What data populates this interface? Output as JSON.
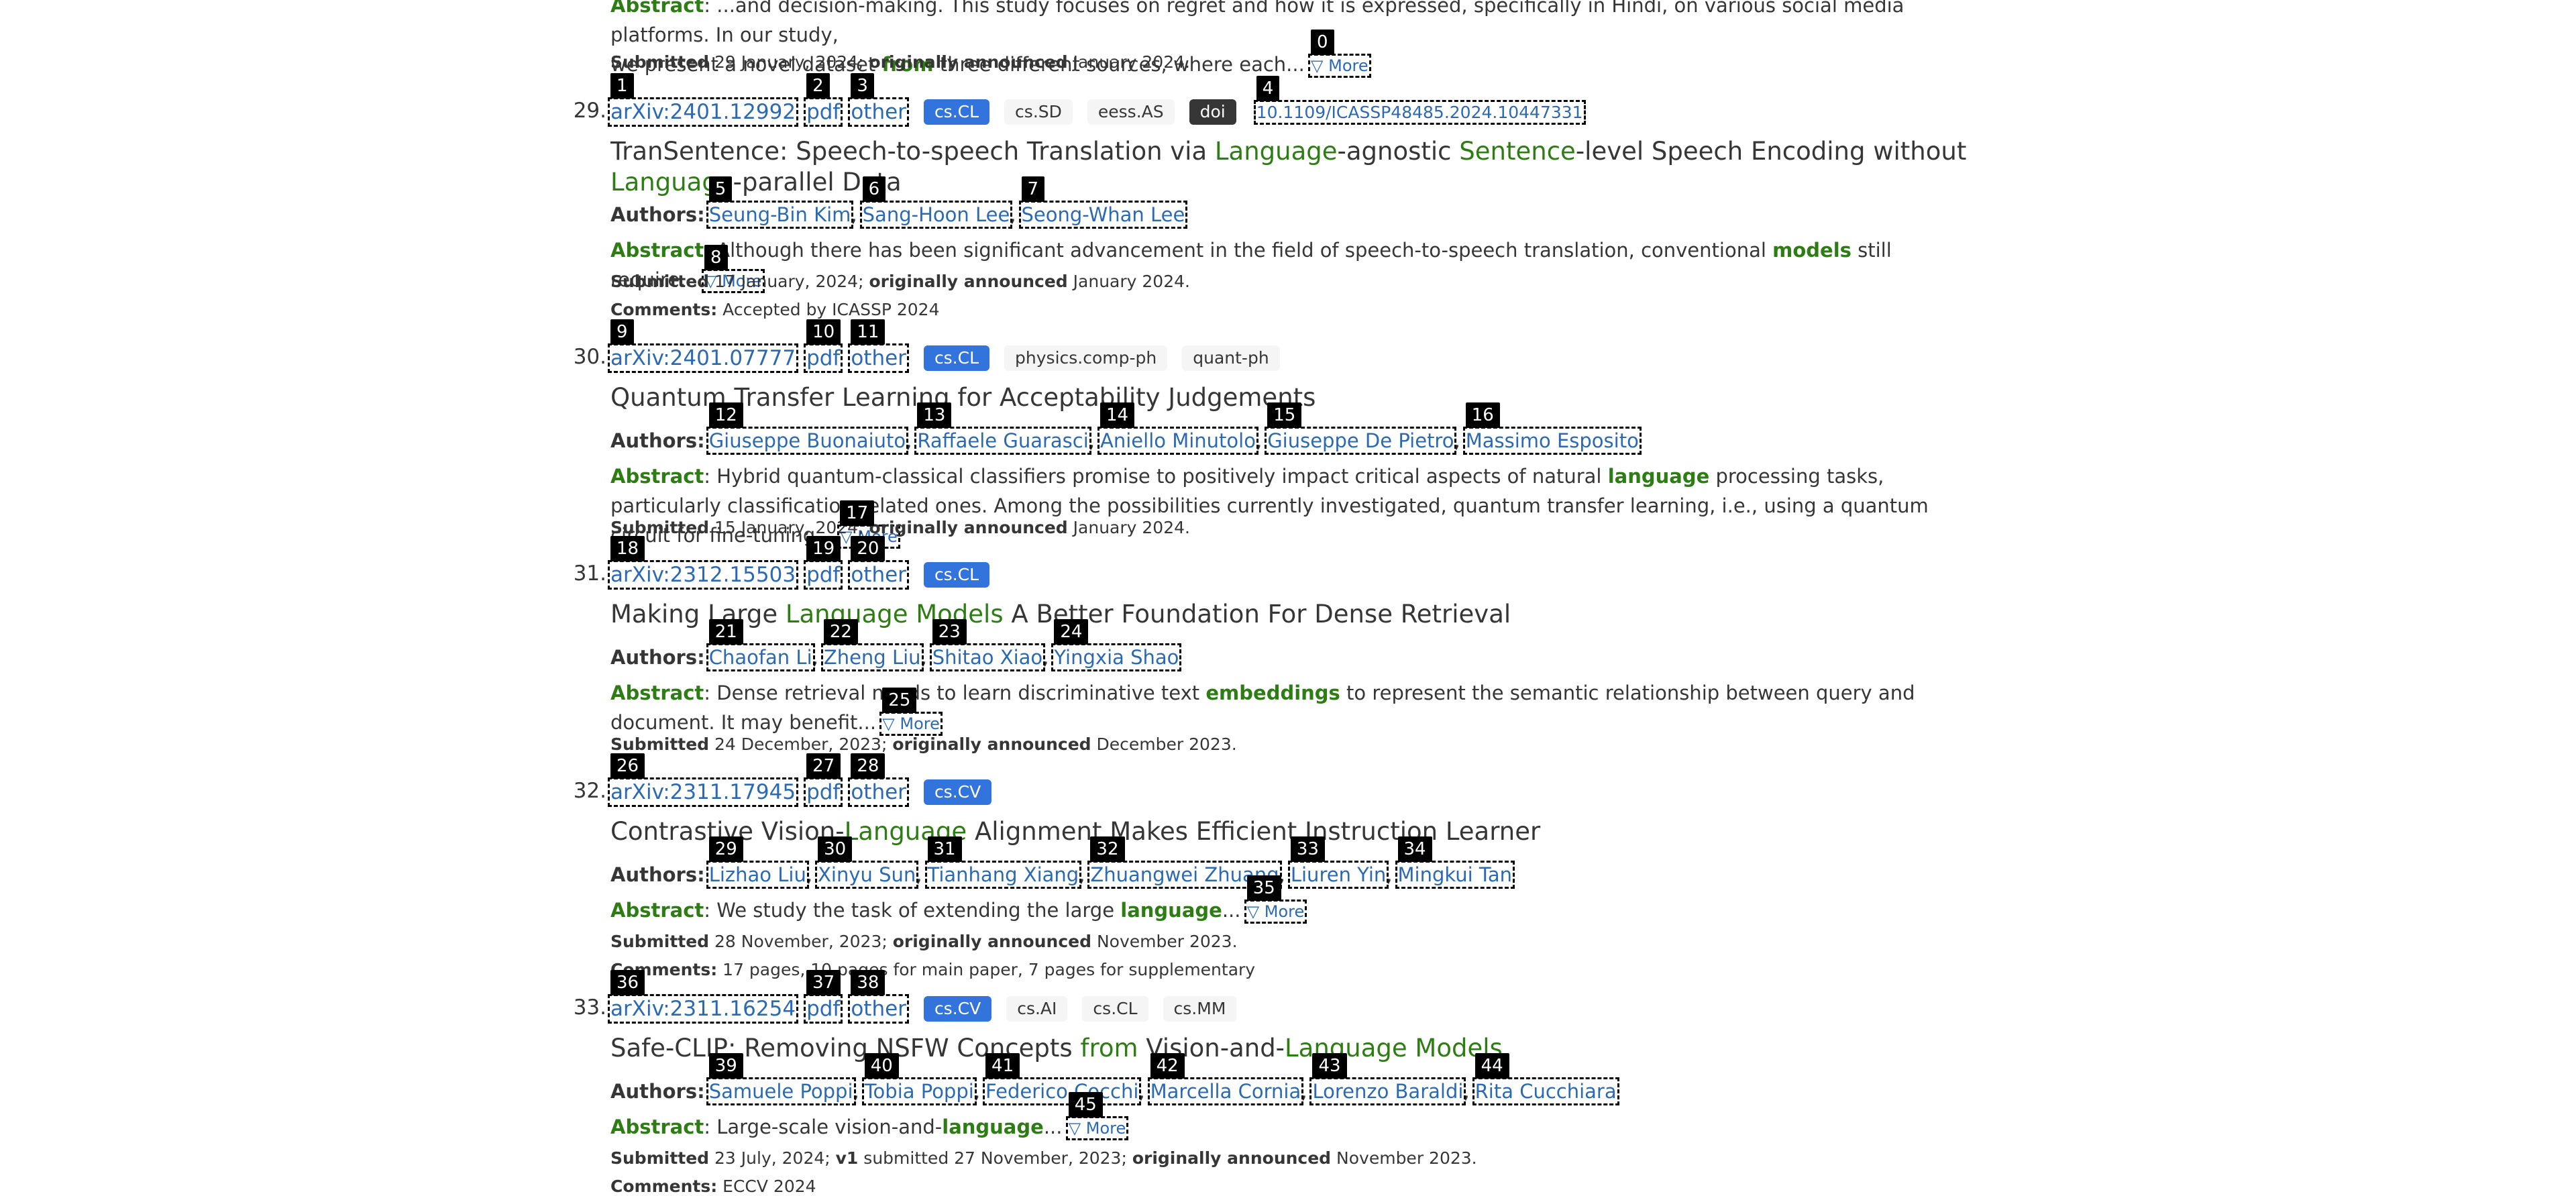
{
  "top_partial": {
    "abstract_label": "Abstract",
    "abstract_line1": ": ...and decision-making. This study focuses on regret and how it is expressed, specifically in Hindi, on various social media platforms. In our study,",
    "abstract_line2_pre": "we present a novel dataset ",
    "abstract_line2_hl": "from",
    "abstract_line2_post": " three different sources, where each...",
    "more": "▽ More",
    "submitted_label": "Submitted",
    "submitted_date": " 29 January, 2024; ",
    "announced_label": "originally announced",
    "announced_date": " January 2024."
  },
  "entries": [
    {
      "number": "29.",
      "arxiv_id": "arXiv:2401.12992",
      "pdf": "pdf",
      "other": "other",
      "tags": [
        {
          "label": "cs.CL",
          "style": "primary"
        },
        {
          "label": "cs.SD",
          "style": "plain"
        },
        {
          "label": "eess.AS",
          "style": "plain"
        },
        {
          "label": "doi",
          "style": "dark"
        }
      ],
      "doi": "10.1109/ICASSP48485.2024.10447331",
      "title_parts": [
        {
          "t": "TranSentence: Speech-to-speech Translation via ",
          "hl": false
        },
        {
          "t": "Language",
          "hl": true
        },
        {
          "t": "-agnostic ",
          "hl": false
        },
        {
          "t": "Sentence",
          "hl": true
        },
        {
          "t": "-level Speech Encoding without ",
          "hl": false
        },
        {
          "t": "Language",
          "hl": true
        },
        {
          "t": "-parallel Data",
          "hl": false
        }
      ],
      "authors_label": "Authors:",
      "authors": [
        "Seung-Bin Kim",
        "Sang-Hoon Lee",
        "Seong-Whan Lee"
      ],
      "abstract_label": "Abstract",
      "abstract_parts": [
        {
          "t": ": Although there has been significant advancement in the field of speech-to-speech translation, conventional ",
          "hl": false
        },
        {
          "t": "models",
          "hl": true
        },
        {
          "t": " still require... ",
          "hl": false
        }
      ],
      "more": "▽ More",
      "submitted_label": "Submitted",
      "submitted_text": " 17 January, 2024; ",
      "announced_label": "originally announced",
      "announced_text": " January 2024.",
      "comments_label": "Comments:",
      "comments_text": " Accepted by ICASSP 2024"
    },
    {
      "number": "30.",
      "arxiv_id": "arXiv:2401.07777",
      "pdf": "pdf",
      "other": "other",
      "tags": [
        {
          "label": "cs.CL",
          "style": "primary"
        },
        {
          "label": "physics.comp-ph",
          "style": "plain"
        },
        {
          "label": "quant-ph",
          "style": "plain"
        }
      ],
      "title_parts": [
        {
          "t": "Quantum Transfer Learning for Acceptability Judgements",
          "hl": false
        }
      ],
      "authors_label": "Authors:",
      "authors": [
        "Giuseppe Buonaiuto",
        "Raffaele Guarasci",
        "Aniello Minutolo",
        "Giuseppe De Pietro",
        "Massimo Esposito"
      ],
      "abstract_label": "Abstract",
      "abstract_parts": [
        {
          "t": ": Hybrid quantum-classical classifiers promise to positively impact critical aspects of natural ",
          "hl": false
        },
        {
          "t": "language",
          "hl": true
        },
        {
          "t": " processing tasks, particularly classification-related ones. Among the possibilities currently investigated, quantum transfer learning, i.e., using a quantum circuit for fine-tuning... ",
          "hl": false
        }
      ],
      "more": "▽ More",
      "submitted_label": "Submitted",
      "submitted_text": " 15 January, 2024; ",
      "announced_label": "originally announced",
      "announced_text": " January 2024."
    },
    {
      "number": "31.",
      "arxiv_id": "arXiv:2312.15503",
      "pdf": "pdf",
      "other": "other",
      "tags": [
        {
          "label": "cs.CL",
          "style": "primary"
        }
      ],
      "title_parts": [
        {
          "t": "Making Large ",
          "hl": false
        },
        {
          "t": "Language",
          "hl": true
        },
        {
          "t": " ",
          "hl": false
        },
        {
          "t": "Models",
          "hl": true
        },
        {
          "t": " A Better Foundation For Dense Retrieval",
          "hl": false
        }
      ],
      "authors_label": "Authors:",
      "authors": [
        "Chaofan Li",
        "Zheng Liu",
        "Shitao Xiao",
        "Yingxia Shao"
      ],
      "abstract_label": "Abstract",
      "abstract_parts": [
        {
          "t": ": Dense retrieval needs to learn discriminative text ",
          "hl": false
        },
        {
          "t": "embeddings",
          "hl": true
        },
        {
          "t": " to represent the semantic relationship between query and document. It may benefit... ",
          "hl": false
        }
      ],
      "more": "▽ More",
      "submitted_label": "Submitted",
      "submitted_text": " 24 December, 2023; ",
      "announced_label": "originally announced",
      "announced_text": " December 2023."
    },
    {
      "number": "32.",
      "arxiv_id": "arXiv:2311.17945",
      "pdf": "pdf",
      "other": "other",
      "tags": [
        {
          "label": "cs.CV",
          "style": "primary"
        }
      ],
      "title_parts": [
        {
          "t": "Contrastive Vision-",
          "hl": false
        },
        {
          "t": "Language",
          "hl": true
        },
        {
          "t": " Alignment Makes Efficient Instruction Learner",
          "hl": false
        }
      ],
      "authors_label": "Authors:",
      "authors": [
        "Lizhao Liu",
        "Xinyu Sun",
        "Tianhang Xiang",
        "Zhuangwei Zhuang",
        "Liuren Yin",
        "Mingkui Tan"
      ],
      "abstract_label": "Abstract",
      "abstract_parts": [
        {
          "t": ": We study the task of extending the large ",
          "hl": false
        },
        {
          "t": "language",
          "hl": true
        },
        {
          "t": "... ",
          "hl": false
        }
      ],
      "more": "▽ More",
      "submitted_label": "Submitted",
      "submitted_text": " 28 November, 2023; ",
      "announced_label": "originally announced",
      "announced_text": " November 2023.",
      "comments_label": "Comments:",
      "comments_text": " 17 pages, 10 pages for main paper, 7 pages for supplementary"
    },
    {
      "number": "33.",
      "arxiv_id": "arXiv:2311.16254",
      "pdf": "pdf",
      "other": "other",
      "tags": [
        {
          "label": "cs.CV",
          "style": "primary"
        },
        {
          "label": "cs.AI",
          "style": "plain"
        },
        {
          "label": "cs.CL",
          "style": "plain"
        },
        {
          "label": "cs.MM",
          "style": "plain"
        }
      ],
      "title_parts": [
        {
          "t": "Safe-CLIP: Removing NSFW Concepts ",
          "hl": false
        },
        {
          "t": "from",
          "hl": true
        },
        {
          "t": " Vision-and-",
          "hl": false
        },
        {
          "t": "Language",
          "hl": true
        },
        {
          "t": " ",
          "hl": false
        },
        {
          "t": "Models",
          "hl": true
        }
      ],
      "authors_label": "Authors:",
      "authors": [
        "Samuele Poppi",
        "Tobia Poppi",
        "Federico Cocchi",
        "Marcella Cornia",
        "Lorenzo Baraldi",
        "Rita Cucchiara"
      ],
      "abstract_label": "Abstract",
      "abstract_parts": [
        {
          "t": ": Large-scale vision-and-",
          "hl": false
        },
        {
          "t": "language",
          "hl": true
        },
        {
          "t": "... ",
          "hl": false
        }
      ],
      "more": "▽ More",
      "submitted_label": "Submitted",
      "submitted_text": " 23 July, 2024; ",
      "v1_label": "v1",
      "v1_text": " submitted 27 November, 2023; ",
      "announced_label": "originally announced",
      "announced_text": " November 2023.",
      "comments_label": "Comments:",
      "comments_text": " ECCV 2024"
    }
  ]
}
